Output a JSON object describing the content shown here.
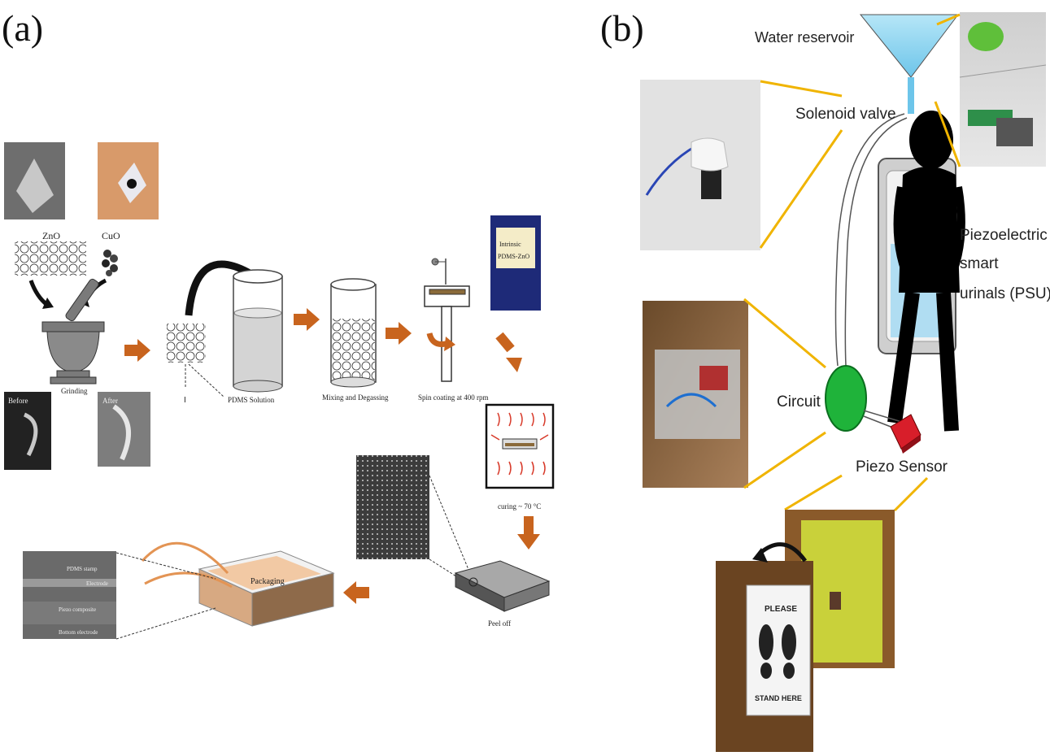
{
  "panel_a": {
    "label": "(a)",
    "zno_label": "ZnO",
    "cuo_label": "CuO",
    "grinding_label": "Grinding",
    "before_label": "Before",
    "after_label": "After",
    "pdms_solution_label": "PDMS Solution",
    "mixing_label": "Mixing and Degassing",
    "spin_label": "Spin coating at 400 rpm",
    "intrinsic_label_1": "Intrinsic",
    "intrinsic_label_2": "PDMS-ZnO",
    "curing_label": "curing ~ 70 °C",
    "peel_label": "Peel off",
    "packaging_label": "Packaging",
    "sem_pdms_stamp": "PDMS stamp",
    "sem_electrode": "Electrode",
    "sem_composite": "Piezo composite",
    "sem_bottom": "Bottom electrode"
  },
  "panel_b": {
    "label": "(b)",
    "water_reservoir": "Water reservoir",
    "solenoid_valve": "Solenoid valve",
    "psu_line1": "Piezoelectric",
    "psu_line2": "smart",
    "psu_line3": "urinals (PSU)",
    "circuit": "Circuit",
    "piezo_sensor": "Piezo Sensor",
    "sign_please": "PLEASE",
    "sign_stand_here": "STAND HERE"
  },
  "colors": {
    "arrow_orange": "#c8641e",
    "connector_yellow": "#f0b400",
    "circuit_green": "#1fb33a",
    "sensor_red": "#d81e2a",
    "water_blue": "#8fd3f0"
  }
}
